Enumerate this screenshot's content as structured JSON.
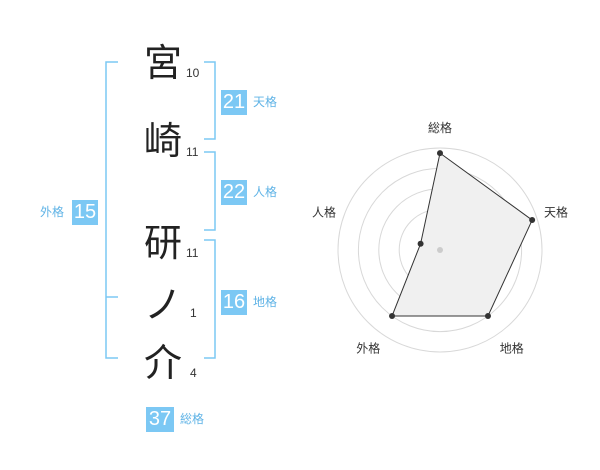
{
  "name": {
    "characters": [
      {
        "char": "宮",
        "strokes": "10"
      },
      {
        "char": "崎",
        "strokes": "11"
      },
      {
        "char": "研",
        "strokes": "11"
      },
      {
        "char": "ノ",
        "strokes": "1"
      },
      {
        "char": "介",
        "strokes": "4"
      }
    ]
  },
  "kakusu": {
    "tenkaku": {
      "value": "21",
      "label": "天格"
    },
    "jinkaku": {
      "value": "22",
      "label": "人格"
    },
    "chikaku": {
      "value": "16",
      "label": "地格"
    },
    "gaikaku": {
      "value": "15",
      "label": "外格"
    },
    "soukaku": {
      "value": "37",
      "label": "総格"
    }
  },
  "colors": {
    "accent": "#7cc8f4",
    "bracket": "#7cc8f4",
    "label": "#5fb3e6",
    "radar_fill": "#f0f0f0"
  },
  "chart_data": {
    "type": "radar",
    "axes": [
      "総格",
      "天格",
      "地格",
      "外格",
      "人格"
    ],
    "values": [
      0.95,
      0.95,
      0.8,
      0.8,
      0.2
    ],
    "rings": 5,
    "range": [
      0,
      1
    ]
  }
}
